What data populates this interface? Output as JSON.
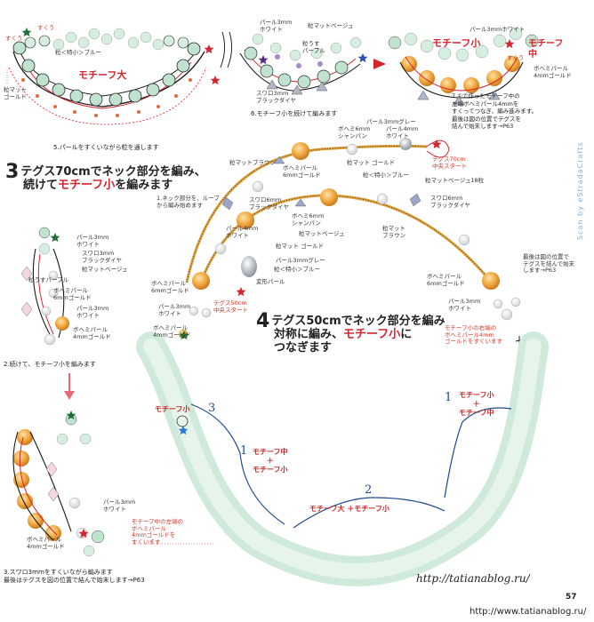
{
  "labels": {
    "sukuu": "すくう",
    "tsubu_toku_sho_blue": "粒＜特小＞ブルー",
    "motif_dai": "モチーフ大",
    "tsubu_matte_gold": "粒マット\nゴールド",
    "step5": "5.パールをすくいながら粒を通します",
    "pearl3_white": "パール3mm\nホワイト",
    "tsubu_matte_beige": "粒マットベージュ",
    "tsubu_usu_purple": "粒うす\nパープル",
    "swaro3_black": "スワロ3mm\nブラックダイヤ",
    "step6": "6.モチーフ小を続けて編みます",
    "motif_sho": "モチーフ小",
    "pearl3_white_2": "パール3mmホワイト",
    "motif_chu": "モチーフ\n中",
    "bohemi4_gold": "ボヘミパール\n4mmゴールド",
    "step7": "7.①で作ったモチーフ中の\n左端ボヘミパール4mmを\nすくってつなぎ、編み進みます。\n最後は図の位置でテグスを\n結んで始末します→P63",
    "step3_title_a": "テグス70cmでネック部分を編み、",
    "step3_title_b": "続けて",
    "step3_title_c": "モチーフ小",
    "step3_title_d": "を編みます",
    "step3_num": "3",
    "pearl3_gray": "パール3mmグレー",
    "bohemi6_champagne": "ボヘミ6mm\nシャンパン",
    "pearl4_white": "パール4mm\nホワイト",
    "tegusu70_start": "テグス70cm\n中央スタート",
    "tsubu_matte_brown": "粒マットブラウン",
    "bohemi6_gold": "ボヘミパール\n6mmゴールド",
    "tsubu_beige18": "粒マットベージュ18粒",
    "step1_a": "1.ネック部分を、ループ\nから編み始めます",
    "swaro6_black": "スワロ6mm\nブラックダイヤ",
    "pearl4_white_2": "パール4mm\nホワイト",
    "tsubu_matte_beige_2": "粒マットベージュ",
    "tsubu_matte_brown_2": "粒マット\nブラウン",
    "pearl3_gray_2": "パール3mmグレー",
    "tsubu_blue_2": "粒＜特小＞ブルー",
    "henkei_pearl": "変形パール",
    "tegusu50_start": "テグス50cm\n中央スタート",
    "last_tie": "最後は図の位置で\nテグスを結んで始末\nします→P63",
    "bohemi6_gold_2": "ボヘミパール\n6mmゴールド",
    "pearl3_white_3": "パール3mm\nホワイト",
    "step4_title_a": "テグス50cmでネック部分を編み",
    "step4_title_b": "対称に編み、",
    "step4_title_c": "モチーフ小",
    "step4_title_d": "に",
    "step4_title_e": "つなぎます",
    "step4_num": "4",
    "motif_sho_right": "モチーフ小の右端の\nボヘミパール4mm\nゴールドをすくいます",
    "left_pearl3": "パール3mm\nホワイト",
    "left_swaro3": "スワロ3mm\nブラックダイヤ",
    "left_beige": "粒マットベージュ",
    "left_purple": "粒うすパープル",
    "left_bohemi6": "ボヘミパール\n6mmゴールド",
    "left_pearl3b": "パール3mm\nホワイト",
    "left_bohemi4": "ボヘミパール\n4mmゴールド",
    "step2": "2.続けて、モチーフ小を編みます",
    "left_pearl3c": "パール3mm\nホワイト",
    "left_bohemi4b": "ボヘミパール\n4mmゴールド",
    "motif_chu_left": "モチーフ中の左端の\nボヘミパール\n4mmゴールドを\nすくいます",
    "step3b": "3.スワロ3mmをすくいながら編みます\n最後はテグスを図の位置で結んで始末します→P63",
    "diag_motif_sho": "モチーフ小",
    "diag_num3": "3",
    "diag_num1_left": "1",
    "diag_motif_chu_sho_left_a": "モチーフ中",
    "diag_plus": "＋",
    "diag_motif_chu_sho_left_b": "モチーフ小",
    "diag_num1_right": "1",
    "diag_motif_sho_chu_right_a": "モチーフ小",
    "diag_motif_sho_chu_right_b": "モチーフ中",
    "diag_num2": "2",
    "diag_motif_dai_sho": "モチーフ大 ＋モチーフ小",
    "url": "http://tatianablog.ru/",
    "scan": "Scan by eStradaCrafts",
    "page": "57",
    "bottom_url": "http://www.tatianablog.ru/"
  },
  "colors": {
    "red": "#d4252f",
    "mint": "#bfe3cf",
    "gold": "#e8a23a",
    "navy": "#1f4b8f"
  }
}
